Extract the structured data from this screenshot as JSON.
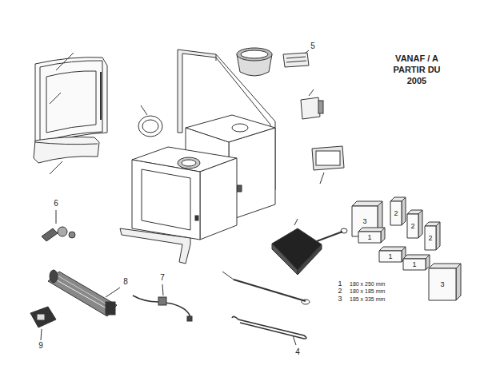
{
  "diagram": {
    "title": "VANAF / A PARTIR DU 2005",
    "labels": [
      "5",
      "6",
      "7",
      "8",
      "9",
      "4",
      "3",
      "2",
      "2",
      "2",
      "1",
      "1",
      "1",
      "3",
      "1",
      "180 x 250 mm",
      "2",
      "180 x 185 mm",
      "3",
      "185 x 335 mm"
    ]
  }
}
